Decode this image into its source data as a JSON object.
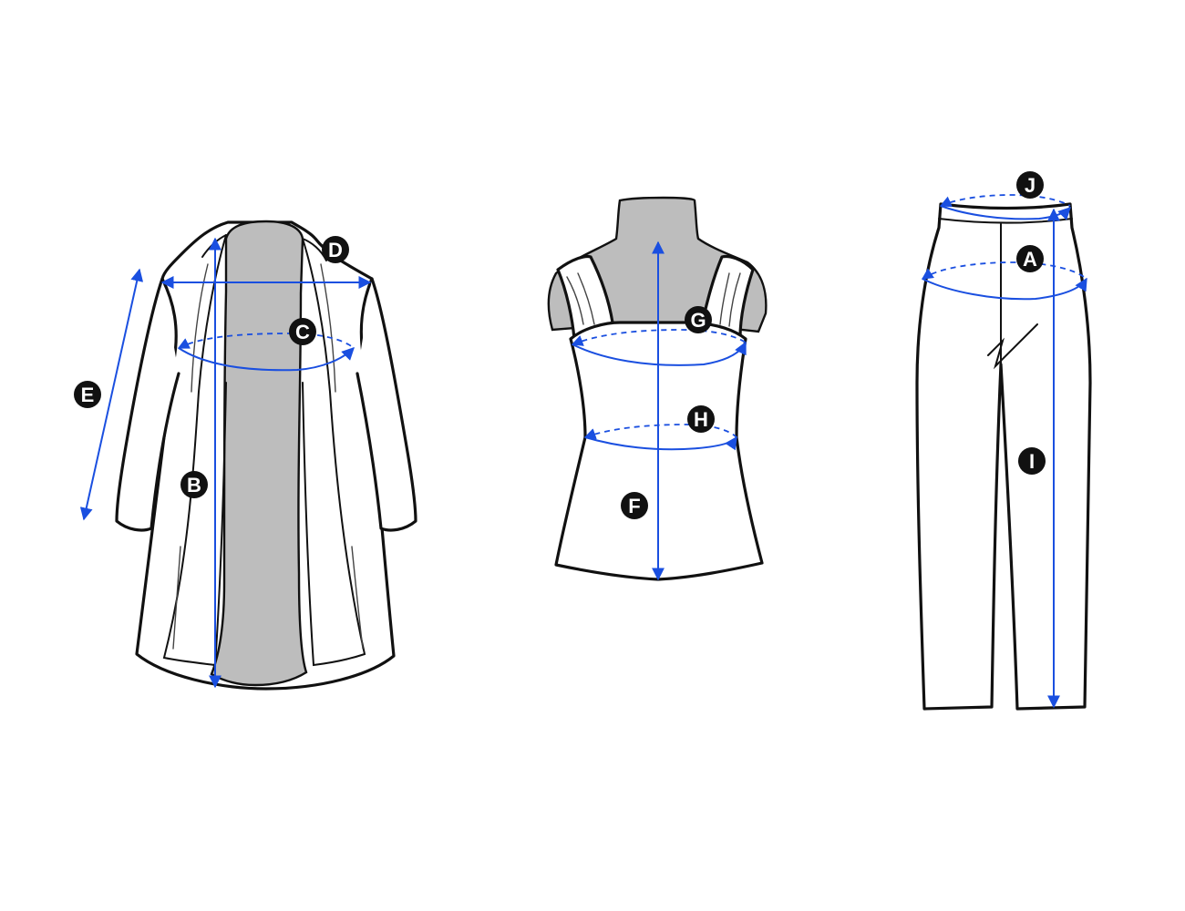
{
  "colors": {
    "measurement": "#1a4fe0",
    "badge": "#111111",
    "form": "#bdbdbd"
  },
  "labels": {
    "A": "A",
    "B": "B",
    "C": "C",
    "D": "D",
    "E": "E",
    "F": "F",
    "G": "G",
    "H": "H",
    "I": "I",
    "J": "J"
  }
}
